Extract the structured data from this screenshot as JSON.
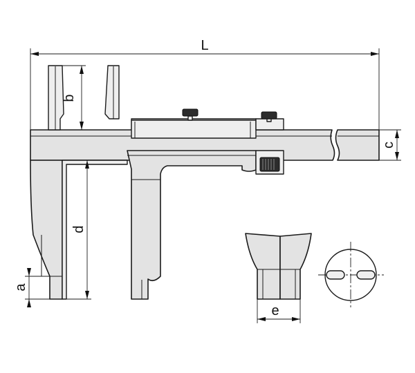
{
  "dimensions": {
    "L": "L",
    "b": "b",
    "c": "c",
    "d": "d",
    "a": "a",
    "e": "e"
  }
}
